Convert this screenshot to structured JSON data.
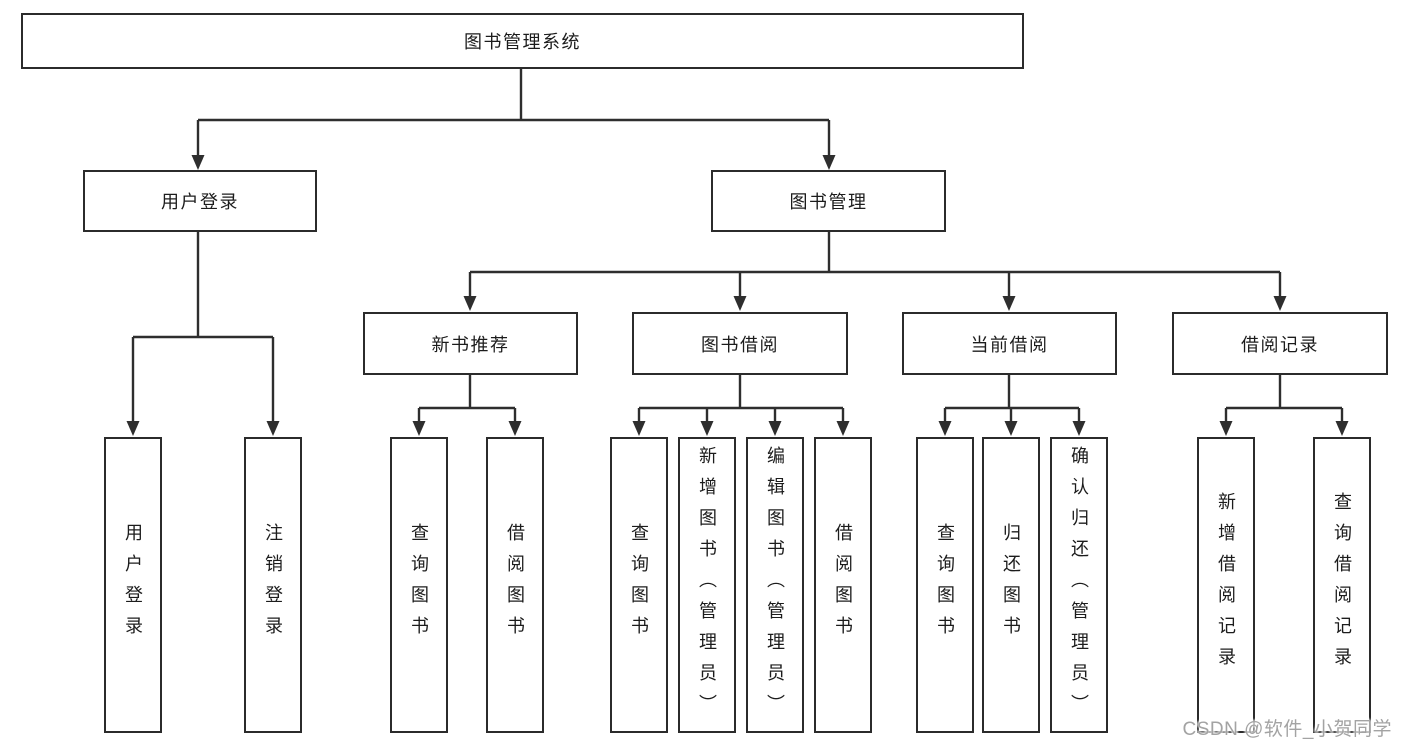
{
  "diagram": {
    "root": "图书管理系统",
    "login": {
      "label": "用户登录",
      "children": [
        "用户登录",
        "注销登录"
      ]
    },
    "manage": {
      "label": "图书管理",
      "groups": [
        {
          "label": "新书推荐",
          "children": [
            "查询图书",
            "借阅图书"
          ]
        },
        {
          "label": "图书借阅",
          "children": [
            "查询图书",
            "新增图书（管理员）",
            "编辑图书（管理员）",
            "借阅图书"
          ]
        },
        {
          "label": "当前借阅",
          "children": [
            "查询图书",
            "归还图书",
            "确认归还（管理员）"
          ]
        },
        {
          "label": "借阅记录",
          "children": [
            "新增借阅记录",
            "查询借阅记录"
          ]
        }
      ]
    }
  },
  "watermark": "CSDN @软件_小贺同学",
  "colors": {
    "line": "#2e2e2e",
    "box_border": "#2b2b2b",
    "text": "#1c1c1c",
    "watermark": "#a3a3a3",
    "background": "#ffffff"
  }
}
